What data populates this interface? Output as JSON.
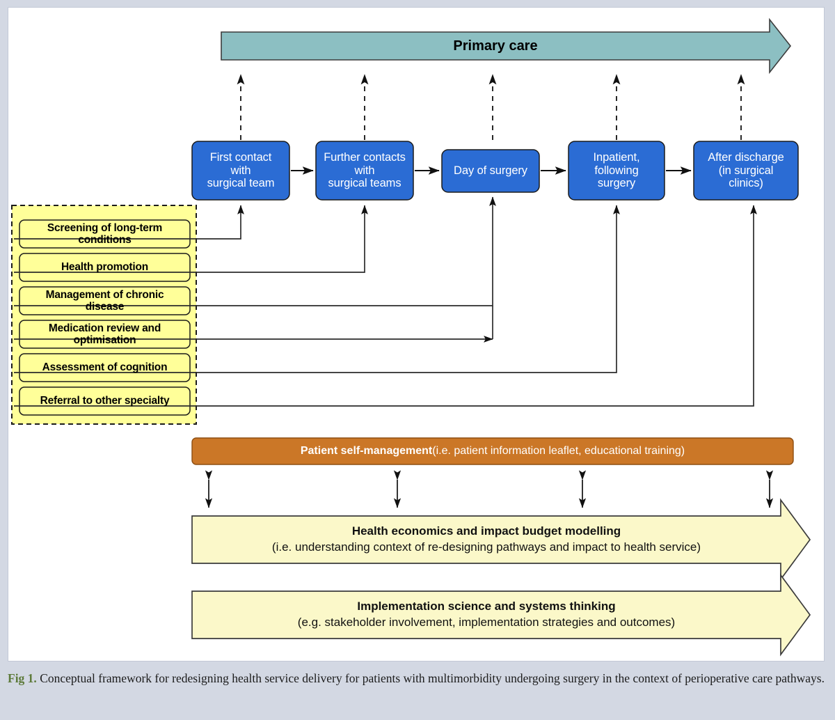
{
  "figure": {
    "primary_care": {
      "label": "Primary care",
      "color": "#8cbfc2"
    },
    "pathway": {
      "color": "#2b6cd4",
      "boxes": [
        {
          "lines": [
            "First contact",
            "with",
            "surgical team"
          ]
        },
        {
          "lines": [
            "Further contacts",
            "with",
            "surgical teams"
          ]
        },
        {
          "lines": [
            "Day of surgery"
          ]
        },
        {
          "lines": [
            "Inpatient,",
            "following",
            "surgery"
          ]
        },
        {
          "lines": [
            "After discharge",
            "(in surgical",
            "clinics)"
          ]
        }
      ]
    },
    "primary_care_group": {
      "color": "#ffff99",
      "items": [
        {
          "lines": [
            "Screening of long-term",
            "conditions"
          ],
          "target": "First contact with surgical team"
        },
        {
          "lines": [
            "Health promotion"
          ],
          "target": "Further contacts with surgical teams"
        },
        {
          "lines": [
            "Management of chronic",
            "disease"
          ],
          "target": "Day of surgery"
        },
        {
          "lines": [
            "Medication review and",
            "optimisation"
          ],
          "target": "Day of surgery"
        },
        {
          "lines": [
            "Assessment of cognition"
          ],
          "target": "Inpatient, following surgery"
        },
        {
          "lines": [
            "Referral to other specialty"
          ],
          "target": "After discharge (in surgical clinics)"
        }
      ]
    },
    "self_management": {
      "bold": "Patient self-management",
      "rest": " (i.e. patient information leaflet, educational training)",
      "color": "#cb7727"
    },
    "bands": [
      {
        "title": "Health economics and impact budget modelling",
        "subtitle": "(i.e. understanding context of re-designing pathways and impact to health service)",
        "color": "#fbf8c9"
      },
      {
        "title": "Implementation science and systems thinking",
        "subtitle": "(e.g. stakeholder involvement, implementation strategies and outcomes)",
        "color": "#fbf8c9"
      }
    ]
  },
  "caption": {
    "fig_label": "Fig 1.",
    "text": " Conceptual framework for redesigning health service delivery for patients with multimorbidity undergoing surgery in the context of perioperative care pathways."
  },
  "chart_data": {
    "type": "diagram",
    "title": "Conceptual framework for perioperative care pathways",
    "layers": [
      {
        "name": "Primary care",
        "shape": "right-arrow",
        "color": "#8cbfc2"
      },
      {
        "name": "Surgical pathway",
        "shape": "rounded-boxes",
        "color": "#2b6cd4",
        "nodes": [
          "First contact with surgical team",
          "Further contacts with surgical teams",
          "Day of surgery",
          "Inpatient, following surgery",
          "After discharge (in surgical clinics)"
        ]
      },
      {
        "name": "Primary care interventions",
        "shape": "dashed-group",
        "color": "#ffff99",
        "nodes": [
          "Screening of long-term conditions",
          "Health promotion",
          "Management of chronic disease",
          "Medication review and optimisation",
          "Assessment of cognition",
          "Referral to other specialty"
        ]
      },
      {
        "name": "Patient self-management",
        "shape": "bar",
        "color": "#cb7727"
      },
      {
        "name": "Health economics and impact budget modelling",
        "shape": "right-arrow",
        "color": "#fbf8c9"
      },
      {
        "name": "Implementation science and systems thinking",
        "shape": "right-arrow",
        "color": "#fbf8c9"
      }
    ]
  }
}
